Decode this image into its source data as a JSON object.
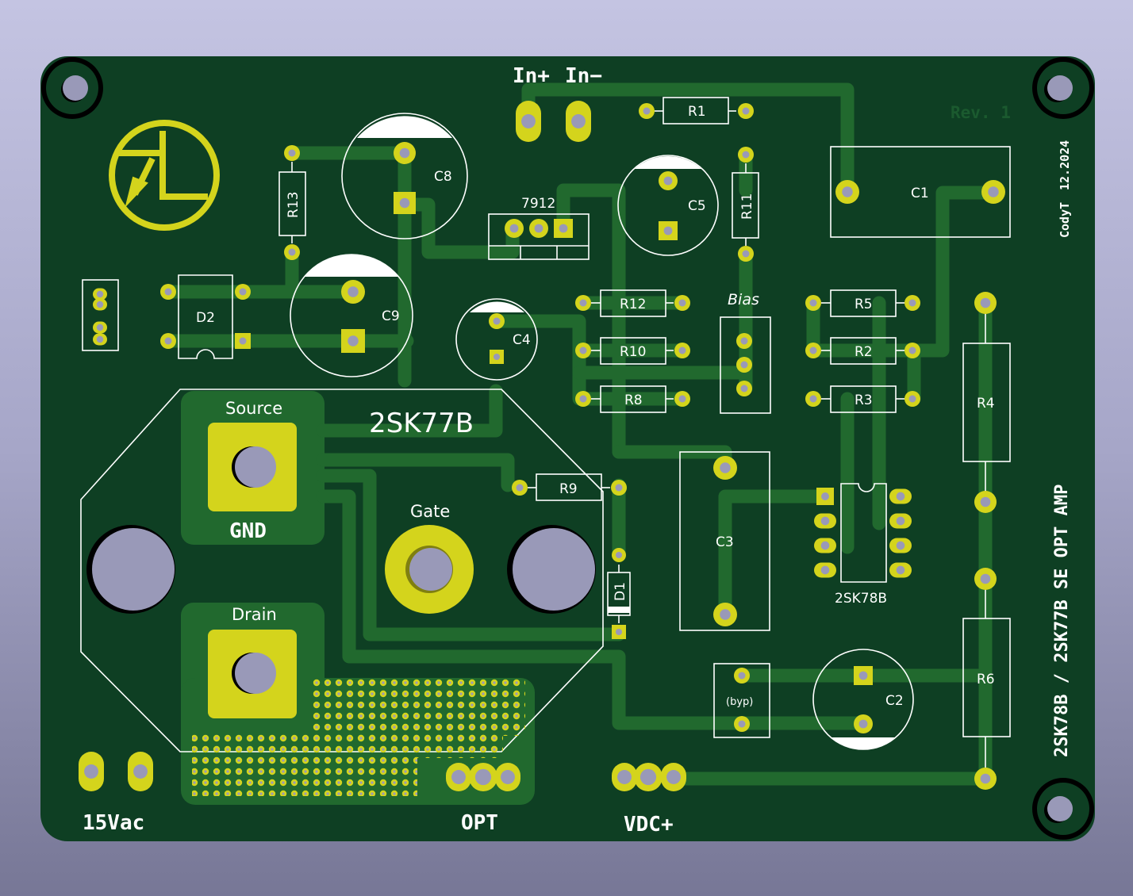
{
  "board": {
    "title": "2SK78B / 2SK77B SE OPT AMP",
    "author": "CodyT",
    "date": "12.2024",
    "revision": "Rev. 1",
    "colors": {
      "board": "#0e3f23",
      "copper": "#21692e",
      "pad": "#d4d41c",
      "silkscreen": "#ffffff",
      "drill": "#9999b8"
    }
  },
  "connectors": {
    "input_plus": "In+",
    "input_minus": "In−",
    "ac_input": "15Vac",
    "output": "OPT",
    "supply": "VDC+"
  },
  "power_device": {
    "part": "2SK77B",
    "source": "Source",
    "gnd": "GND",
    "gate": "Gate",
    "drain": "Drain"
  },
  "components": {
    "r1": "R1",
    "r2": "R2",
    "r3": "R3",
    "r4": "R4",
    "r5": "R5",
    "r6": "R6",
    "r8": "R8",
    "r9": "R9",
    "r10": "R10",
    "r11": "R11",
    "r12": "R12",
    "r13": "R13",
    "c1": "C1",
    "c2": "C2",
    "c3": "C3",
    "c4": "C4",
    "c5": "C5",
    "c8": "C8",
    "c9": "C9",
    "d1": "D1",
    "d2": "D2",
    "regulator": "7912",
    "bias": "Bias",
    "bypass": "(byp)",
    "ic": "2SK78B"
  }
}
